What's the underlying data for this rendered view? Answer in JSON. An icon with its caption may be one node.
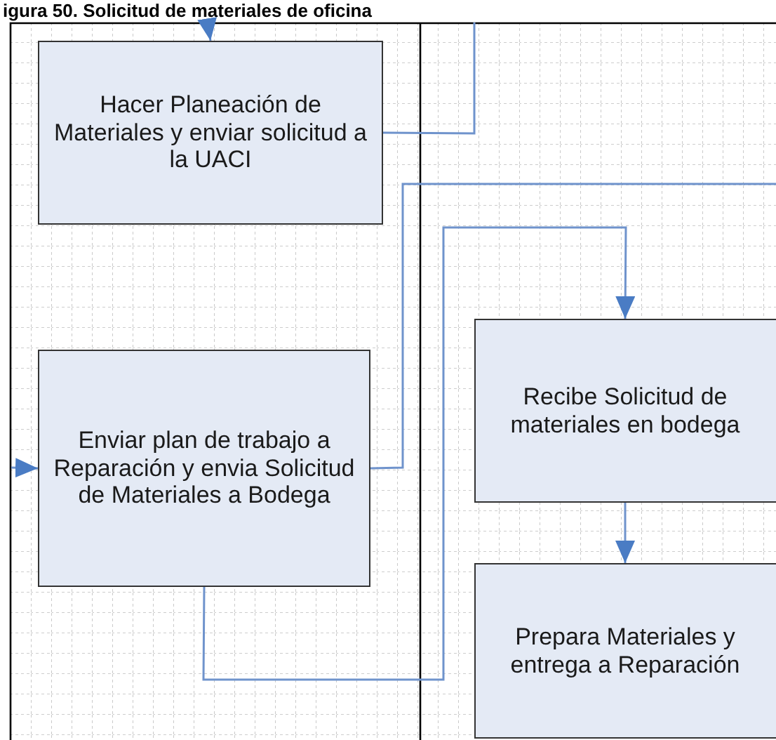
{
  "diagram": {
    "title": "igura 50. Solicitud de materiales de oficina",
    "nodes": [
      {
        "text": [
          "Hacer Planeación de Materiales y enviar solicitud a la UACI"
        ]
      },
      {
        "text": [
          "Enviar plan de trabajo a Reparación y envia Solicitud de Materiales a Bodega"
        ]
      },
      {
        "text": [
          "Recibe Solicitud de materiales en bodega"
        ]
      },
      {
        "text": [
          "Prepara Materiales y entrega a Reparación"
        ]
      }
    ],
    "edges": [
      {
        "from": null,
        "to": 0,
        "arrow": "to"
      },
      {
        "from": 0,
        "to": null,
        "arrow": "none"
      },
      {
        "from": null,
        "to": 1,
        "arrow": "none"
      },
      {
        "from": null,
        "to": 1,
        "arrow": "to"
      },
      {
        "from": 1,
        "to": 2,
        "arrow": "to"
      },
      {
        "from": 2,
        "to": 3,
        "arrow": "to"
      }
    ]
  }
}
